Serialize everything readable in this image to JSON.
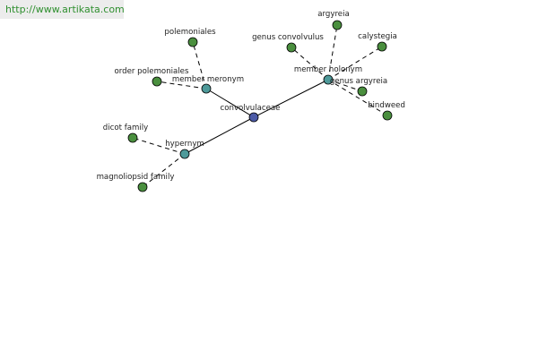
{
  "watermark": "http://www.artikata.com",
  "colors": {
    "center": "#4b5aa6",
    "relation": "#4e9a9a",
    "leaf": "#4a8f3e"
  },
  "diagram": {
    "center": "convolvulaceae",
    "relations": [
      "member meronym",
      "member holonym",
      "hypernym"
    ],
    "leaves": {
      "member meronym": [
        "polemoniales",
        "order polemoniales"
      ],
      "member holonym": [
        "argyreia",
        "genus convolvulus",
        "calystegia",
        "genus argyreia",
        "bindweed"
      ],
      "hypernym": [
        "dicot family",
        "magnoliopsid family"
      ]
    }
  }
}
